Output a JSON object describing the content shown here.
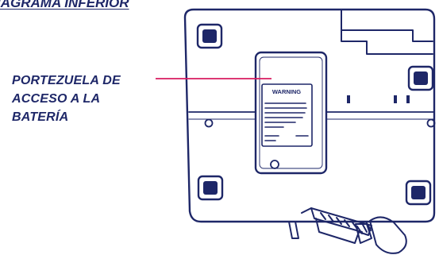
{
  "diagram": {
    "title": "IAGRAMA INFERIOR",
    "callout": {
      "lines": [
        "PORTEZUELA DE",
        "ACCESO A LA",
        "BATERÍA"
      ]
    },
    "door_label": {
      "warning_text": "WARNING"
    }
  },
  "colors": {
    "outline": "#1e2768",
    "callout_line": "#d81b60",
    "background": "#ffffff"
  }
}
